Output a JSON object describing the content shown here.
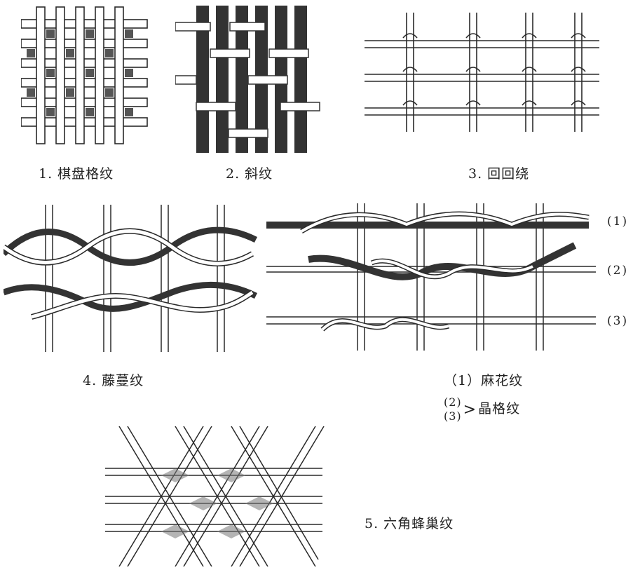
{
  "captions": {
    "c1": "1. 棋盘格纹",
    "c2": "2. 斜纹",
    "c3": "3. 回回绕",
    "c4": "4. 藤蔓纹",
    "c5a": "（1）麻花纹",
    "c5b_top": "(2)",
    "c5b_bottom": "(3)",
    "c5b_label": "晶格纹",
    "c6": "5. 六角蜂巢纹"
  },
  "row_tags": [
    "(1)",
    "(2)",
    "(3)"
  ],
  "colors": {
    "ink": "#2a2a2a",
    "fill": "#3a3a3a",
    "paper": "#ffffff"
  }
}
